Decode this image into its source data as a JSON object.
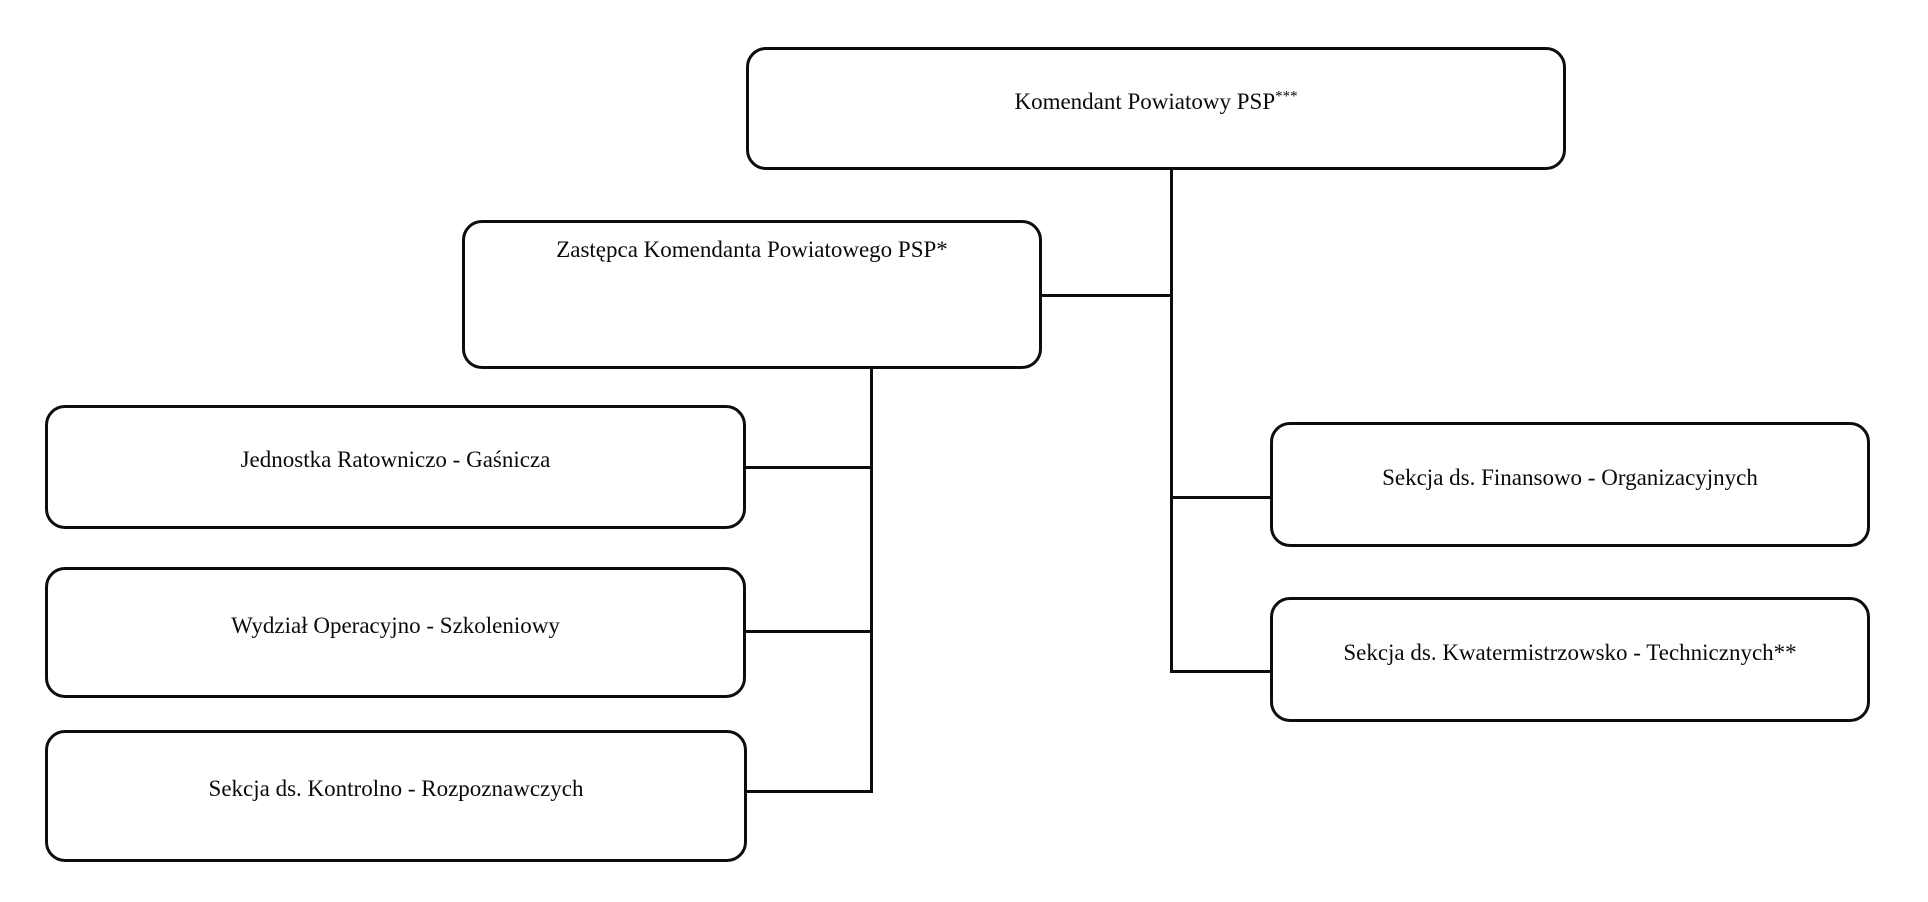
{
  "diagram": {
    "type": "org-chart",
    "colors": {
      "box_border": "#0d0d0d",
      "box_fill": "#ffffff",
      "text": "#0a0a0a",
      "line": "#0d0d0d",
      "background": "#ffffff"
    },
    "nodes": [
      {
        "id": "komendant",
        "label": "Komendant Powiatowy PSP",
        "superscript": "***"
      },
      {
        "id": "zastepca",
        "label": "Zastępca Komendanta Powiatowego PSP*"
      },
      {
        "id": "jednostka",
        "label": "Jednostka Ratowniczo - Gaśnicza"
      },
      {
        "id": "wydzial",
        "label": "Wydział Operacyjno - Szkoleniowy"
      },
      {
        "id": "kontrolno",
        "label": "Sekcja ds. Kontrolno - Rozpoznawczych"
      },
      {
        "id": "finansowo",
        "label": "Sekcja ds. Finansowo - Organizacyjnych"
      },
      {
        "id": "kwatermistrzowsko",
        "label": "Sekcja ds. Kwatermistrzowsko - Technicznych**"
      }
    ],
    "edges": [
      {
        "from": "komendant",
        "to": "zastepca"
      },
      {
        "from": "komendant",
        "to": "finansowo"
      },
      {
        "from": "komendant",
        "to": "kwatermistrzowsko"
      },
      {
        "from": "zastepca",
        "to": "jednostka"
      },
      {
        "from": "zastepca",
        "to": "wydzial"
      },
      {
        "from": "zastepca",
        "to": "kontrolno"
      }
    ]
  }
}
